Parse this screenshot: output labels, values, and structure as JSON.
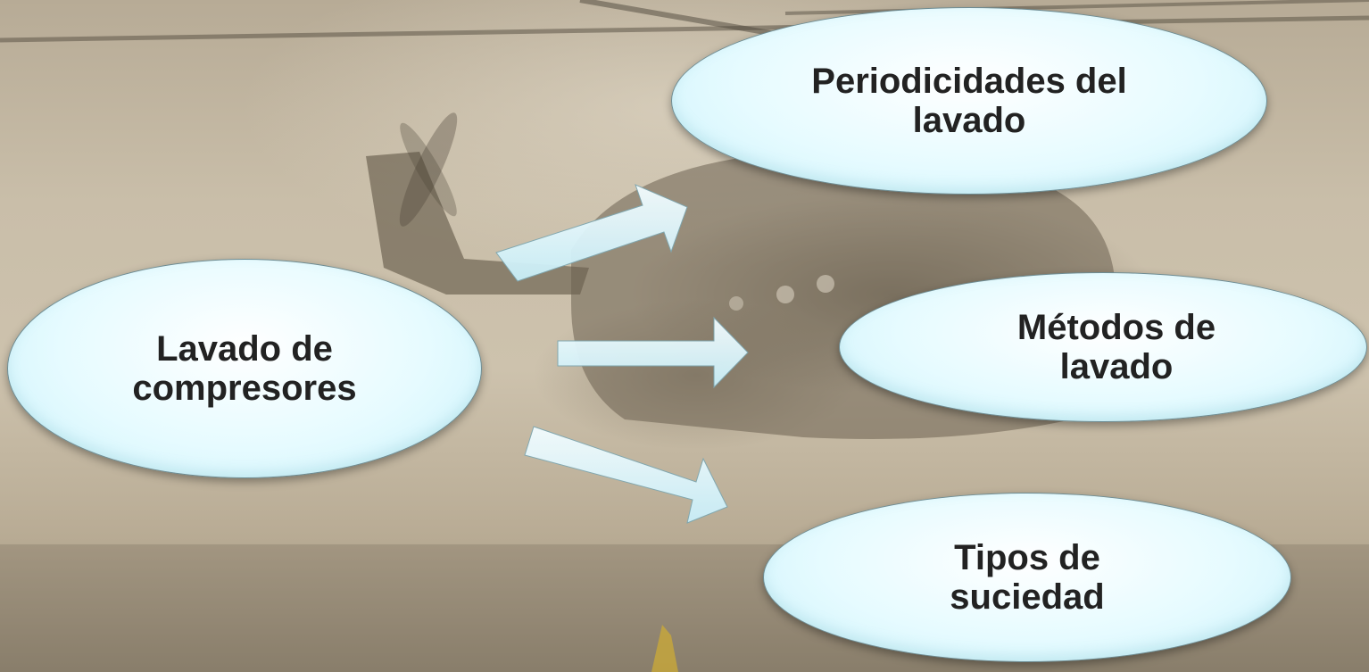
{
  "diagram": {
    "center_node": {
      "label": "Lavado de\ncompresores"
    },
    "branches": [
      {
        "label": "Periodicidades del\nlavado"
      },
      {
        "label": "Métodos de\nlavado"
      },
      {
        "label": "Tipos de\nsuciedad"
      }
    ],
    "colors": {
      "bubble_fill": "#e6fbff",
      "bubble_border": "#6d8c93",
      "arrow_fill": "#dcf6fd",
      "text": "#222222"
    }
  }
}
